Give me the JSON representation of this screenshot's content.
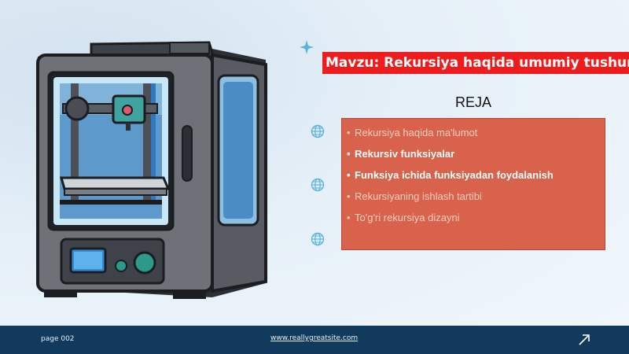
{
  "title": "Mavzu: Rekursiya haqida umumiy tushuncha",
  "plan": {
    "heading": "REJA",
    "items": [
      {
        "text": "Rekursiya haqida ma'lumot",
        "style": "faint"
      },
      {
        "text": "Rekursiv funksiyalar",
        "style": "bold"
      },
      {
        "text": "Funksiya ichida funksiyadan foydalanish",
        "style": "bold"
      },
      {
        "text": "Rekursiyaning ishlash tartibi",
        "style": "faint"
      },
      {
        "text": "To'g'ri rekursiya dizayni",
        "style": "faint"
      }
    ],
    "bullet": "•"
  },
  "footer": {
    "page": "page 002",
    "link": "www.reallygreatsite.com"
  },
  "icons": {
    "decor": "sparkle-icon",
    "list": "globe-icon",
    "footer": "arrow-up-right-icon",
    "illustration": "3d-printer-illustration"
  },
  "colors": {
    "title_bg": "#ee1c1c",
    "plan_bg": "#d8624b",
    "footer_bg": "#123a5c",
    "globe": "#5ab3dd"
  }
}
